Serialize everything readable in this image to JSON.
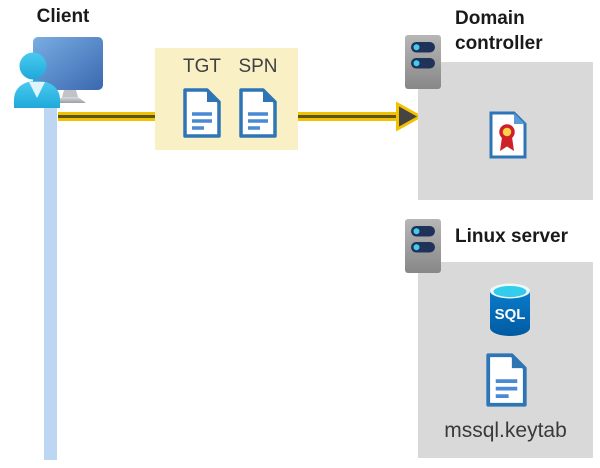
{
  "client": {
    "label": "Client",
    "icon": "client-workstation-user-icon"
  },
  "credentials": {
    "tgt_label": "TGT",
    "spn_label": "SPN",
    "tgt_icon": "document-icon",
    "spn_icon": "document-icon"
  },
  "arrow": {
    "direction": "client-to-domain-controller",
    "icon": "yellow-arrow-right"
  },
  "domain_controller": {
    "label": "Domain controller",
    "server_icon": "server-icon",
    "certificate_icon": "certificate-icon"
  },
  "linux_server": {
    "label": "Linux server",
    "server_icon": "server-icon",
    "sql_icon": "sql-database-icon",
    "sql_text": "SQL",
    "keytab_icon": "document-icon",
    "keytab_label": "mssql.keytab"
  },
  "colors": {
    "zone_gray": "#d9d9d9",
    "credential_box_yellow": "#faf0c6",
    "arrow_gold": "#f2c100",
    "arrow_core": "#5a541e",
    "arrowhead_fill": "#474342",
    "lifeline_blue": "#bdd7f2",
    "document_border_blue": "#2e75b6",
    "document_lines_blue": "#4a89d4",
    "server_bar_navy": "#1f3258",
    "server_dot_cyan": "#47c9f0",
    "sql_body_blue": "#0072c6",
    "sql_top_cyan": "#33ccea",
    "certificate_red": "#ce2029",
    "certificate_seal_yellow": "#ffd24a",
    "title_text": "#1a1a1a",
    "label_text": "#3f4043"
  }
}
